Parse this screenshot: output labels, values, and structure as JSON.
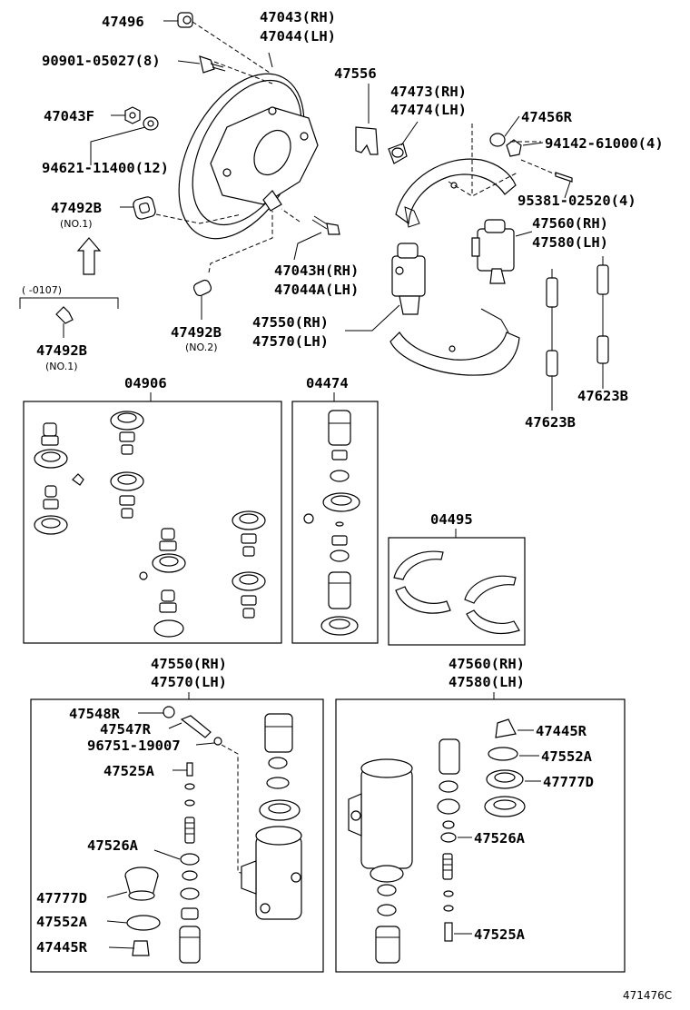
{
  "labels": {
    "l47496": "47496",
    "l47043rh": "47043(RH)",
    "l47044lh": "47044(LH)",
    "l90901": "90901-05027(8)",
    "l47556": "47556",
    "l47473rh": "47473(RH)",
    "l47474lh": "47474(LH)",
    "l47043f": "47043F",
    "l47456r": "47456R",
    "l94142": "94142-61000(4)",
    "l94621": "94621-11400(12)",
    "l95381": "95381-02520(4)",
    "l47492b_a": "47492B",
    "l47492b_a_no": "(NO.1)",
    "l47560rh": "47560(RH)",
    "l47580lh": "47580(LH)",
    "l47043h": "47043H(RH)",
    "l47044a": "47044A(LH)",
    "l_range": "(    -0107)",
    "l47550rh": "47550(RH)",
    "l47570lh": "47570(LH)",
    "l47492b_b": "47492B",
    "l47492b_b_no": "(NO.2)",
    "l47492b_c": "47492B",
    "l47492b_c_no": "(NO.1)",
    "l47623b_a": "47623B",
    "l47623b_b": "47623B",
    "k04906": "04906",
    "k04474": "04474",
    "k04495": "04495",
    "d47550rh": "47550(RH)",
    "d47570lh": "47570(LH)",
    "d47560rh": "47560(RH)",
    "d47580lh": "47580(LH)",
    "d47548r": "47548R",
    "d47547r": "47547R",
    "d96751": "96751-19007",
    "d47525a_l": "47525A",
    "d47526a_l": "47526A",
    "d47777d_l": "47777D",
    "d47552a_l": "47552A",
    "d47445r_l": "47445R",
    "d47445r_r": "47445R",
    "d47552a_r": "47552A",
    "d47777d_r": "47777D",
    "d47526a_r": "47526A",
    "d47525a_r": "47525A",
    "catalog": "471476C"
  }
}
